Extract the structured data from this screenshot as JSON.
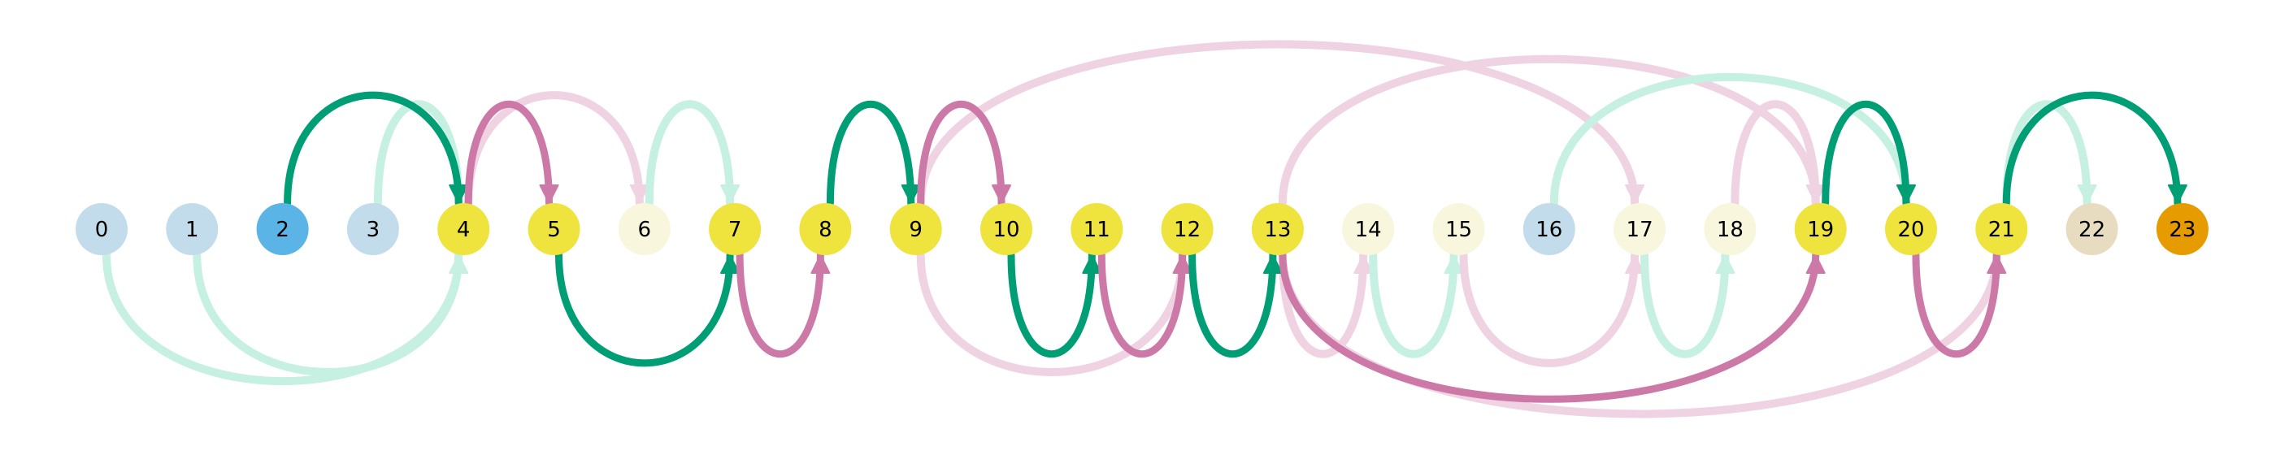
{
  "colors": {
    "teal": "#009e74",
    "pink": "#cc79a7",
    "teal_light": "#c6f0e2",
    "pink_light": "#efd3e3"
  },
  "nodes": [
    {
      "id": 0,
      "label": "0",
      "fill": "#c3dceb"
    },
    {
      "id": 1,
      "label": "1",
      "fill": "#c3dceb"
    },
    {
      "id": 2,
      "label": "2",
      "fill": "#5ab4e6"
    },
    {
      "id": 3,
      "label": "3",
      "fill": "#c3dceb"
    },
    {
      "id": 4,
      "label": "4",
      "fill": "#efe33d"
    },
    {
      "id": 5,
      "label": "5",
      "fill": "#efe33d"
    },
    {
      "id": 6,
      "label": "6",
      "fill": "#f8f6dc"
    },
    {
      "id": 7,
      "label": "7",
      "fill": "#efe33d"
    },
    {
      "id": 8,
      "label": "8",
      "fill": "#efe33d"
    },
    {
      "id": 9,
      "label": "9",
      "fill": "#efe33d"
    },
    {
      "id": 10,
      "label": "10",
      "fill": "#efe33d"
    },
    {
      "id": 11,
      "label": "11",
      "fill": "#efe33d"
    },
    {
      "id": 12,
      "label": "12",
      "fill": "#efe33d"
    },
    {
      "id": 13,
      "label": "13",
      "fill": "#efe33d"
    },
    {
      "id": 14,
      "label": "14",
      "fill": "#f8f6dc"
    },
    {
      "id": 15,
      "label": "15",
      "fill": "#f8f6dc"
    },
    {
      "id": 16,
      "label": "16",
      "fill": "#c3dceb"
    },
    {
      "id": 17,
      "label": "17",
      "fill": "#f8f6dc"
    },
    {
      "id": 18,
      "label": "18",
      "fill": "#f8f6dc"
    },
    {
      "id": 19,
      "label": "19",
      "fill": "#efe33d"
    },
    {
      "id": 20,
      "label": "20",
      "fill": "#efe33d"
    },
    {
      "id": 21,
      "label": "21",
      "fill": "#efe33d"
    },
    {
      "id": 22,
      "label": "22",
      "fill": "#e8dcc0"
    },
    {
      "id": 23,
      "label": "23",
      "fill": "#e69b00"
    }
  ],
  "edges": [
    {
      "from": 0,
      "to": 4,
      "side": "below",
      "color": "teal_light"
    },
    {
      "from": 1,
      "to": 4,
      "side": "below",
      "color": "teal_light"
    },
    {
      "from": 2,
      "to": 4,
      "side": "above",
      "color": "teal"
    },
    {
      "from": 3,
      "to": 4,
      "side": "above",
      "color": "teal_light"
    },
    {
      "from": 4,
      "to": 5,
      "side": "above",
      "color": "pink"
    },
    {
      "from": 4,
      "to": 6,
      "side": "above",
      "color": "pink_light"
    },
    {
      "from": 5,
      "to": 7,
      "side": "below",
      "color": "teal"
    },
    {
      "from": 6,
      "to": 7,
      "side": "above",
      "color": "teal_light"
    },
    {
      "from": 7,
      "to": 8,
      "side": "below",
      "color": "pink"
    },
    {
      "from": 8,
      "to": 9,
      "side": "above",
      "color": "teal"
    },
    {
      "from": 9,
      "to": 10,
      "side": "above",
      "color": "pink"
    },
    {
      "from": 9,
      "to": 17,
      "side": "above",
      "color": "pink_light"
    },
    {
      "from": 9,
      "to": 12,
      "side": "below",
      "color": "pink_light"
    },
    {
      "from": 10,
      "to": 11,
      "side": "below",
      "color": "teal"
    },
    {
      "from": 11,
      "to": 12,
      "side": "below",
      "color": "pink"
    },
    {
      "from": 12,
      "to": 13,
      "side": "below",
      "color": "teal"
    },
    {
      "from": 13,
      "to": 14,
      "side": "below",
      "color": "pink_light"
    },
    {
      "from": 13,
      "to": 19,
      "side": "below",
      "color": "pink"
    },
    {
      "from": 13,
      "to": 21,
      "side": "below",
      "color": "pink_light"
    },
    {
      "from": 13,
      "to": 19,
      "side": "above",
      "color": "pink_light"
    },
    {
      "from": 14,
      "to": 15,
      "side": "below",
      "color": "teal_light"
    },
    {
      "from": 15,
      "to": 17,
      "side": "below",
      "color": "pink_light"
    },
    {
      "from": 16,
      "to": 20,
      "side": "above",
      "color": "teal_light"
    },
    {
      "from": 17,
      "to": 18,
      "side": "below",
      "color": "teal_light"
    },
    {
      "from": 18,
      "to": 19,
      "side": "above",
      "color": "pink_light"
    },
    {
      "from": 19,
      "to": 20,
      "side": "above",
      "color": "teal"
    },
    {
      "from": 20,
      "to": 21,
      "side": "below",
      "color": "pink"
    },
    {
      "from": 21,
      "to": 22,
      "side": "above",
      "color": "teal_light"
    },
    {
      "from": 21,
      "to": 23,
      "side": "above",
      "color": "teal"
    }
  ]
}
